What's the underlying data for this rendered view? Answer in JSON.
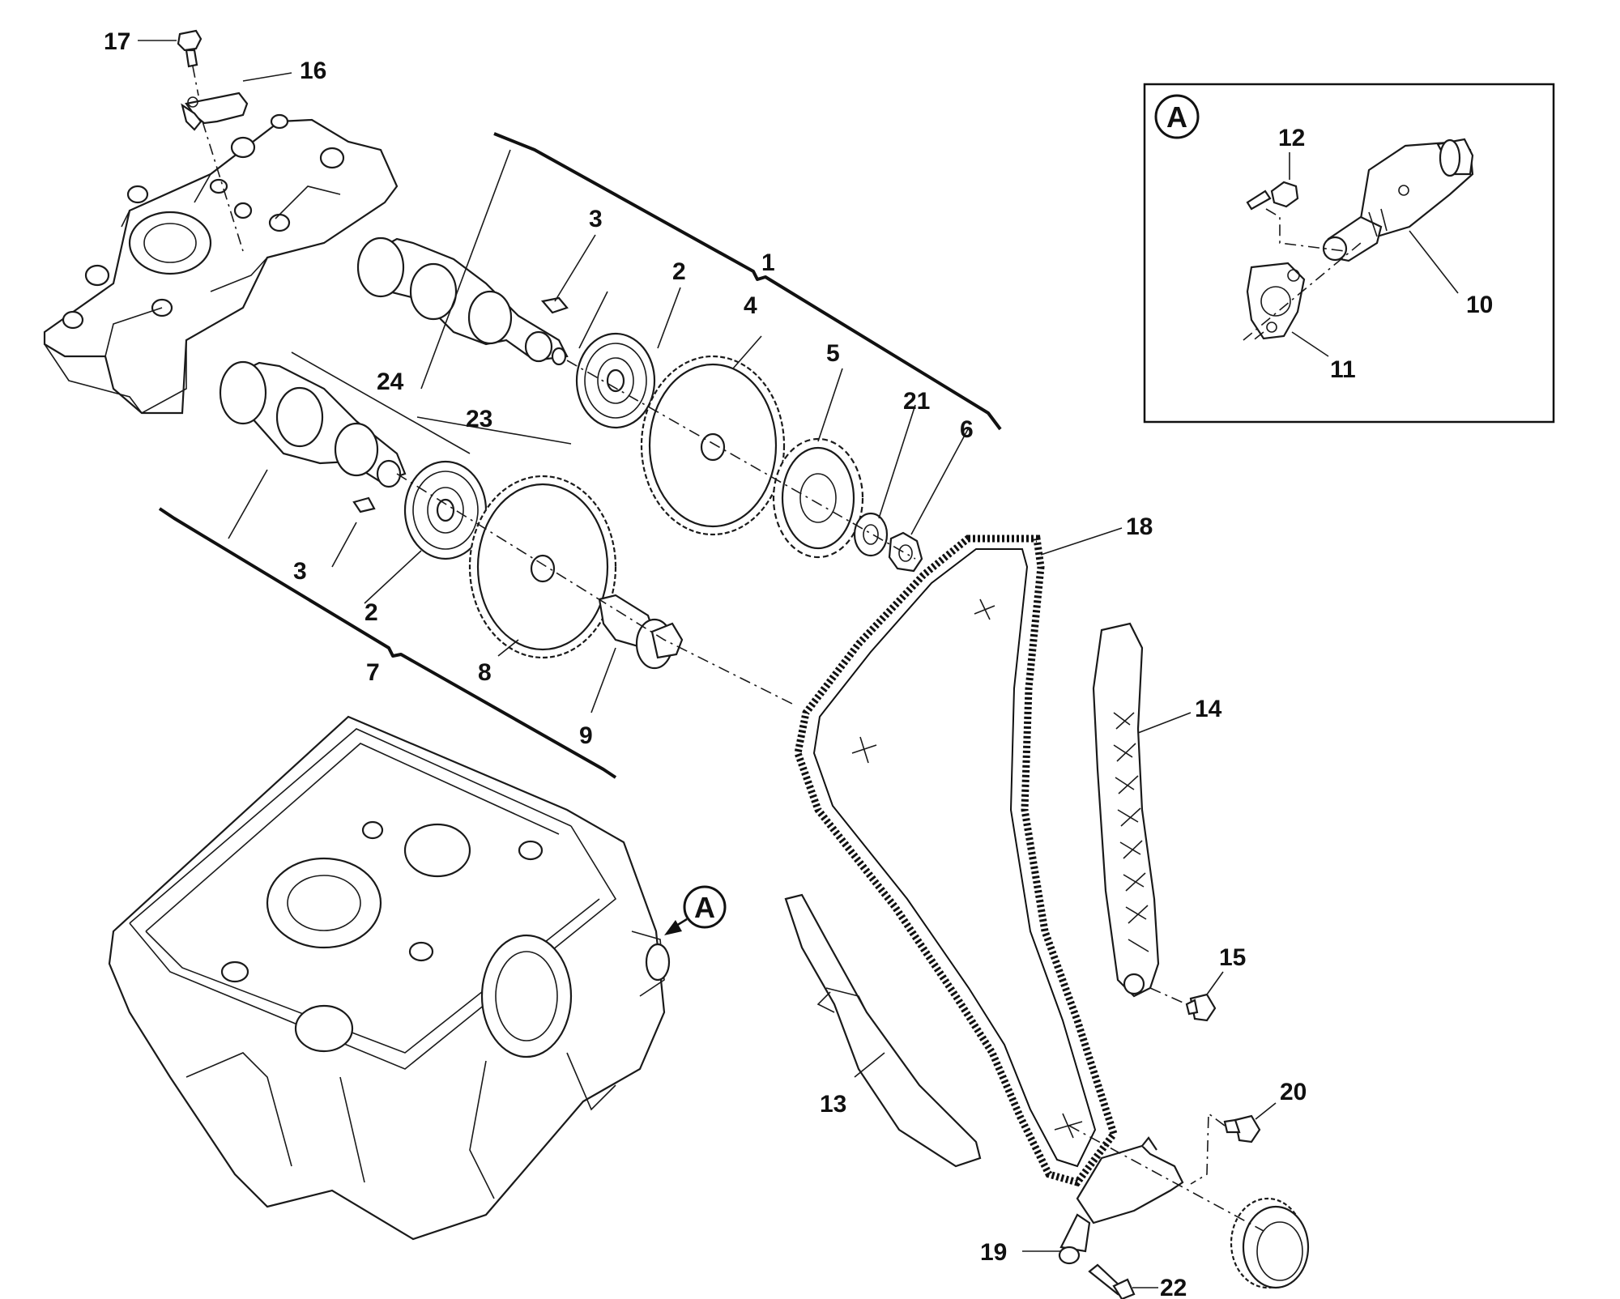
{
  "diagram": {
    "inset": {
      "marker": "A"
    },
    "view_marker": "A",
    "labels": {
      "l1": "1",
      "l2a": "2",
      "l2b": "2",
      "l3a": "3",
      "l3b": "3",
      "l4": "4",
      "l5": "5",
      "l6": "6",
      "l7": "7",
      "l8": "8",
      "l9": "9",
      "l10": "10",
      "l11": "11",
      "l12": "12",
      "l13": "13",
      "l14": "14",
      "l15": "15",
      "l16": "16",
      "l17": "17",
      "l18": "18",
      "l19": "19",
      "l20": "20",
      "l21": "21",
      "l22": "22",
      "l23": "23",
      "l24": "24"
    }
  }
}
